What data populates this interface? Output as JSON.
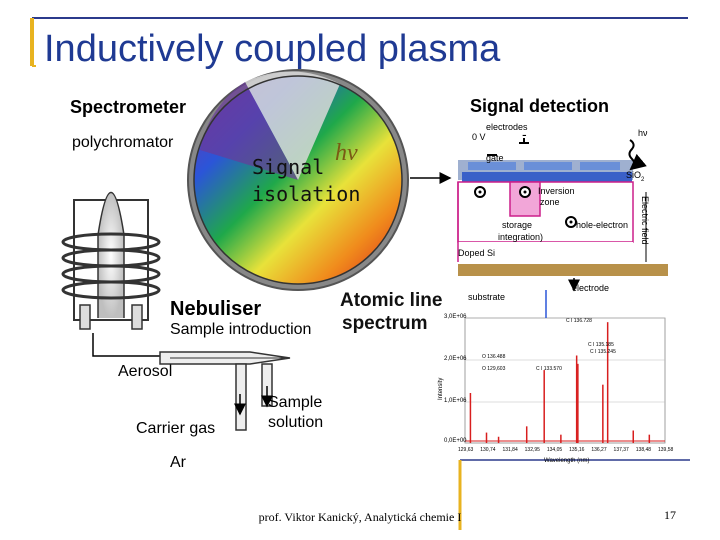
{
  "slide": {
    "title": "Inductively coupled plasma",
    "footer": "prof. Viktor Kanický, Analytická chemie I",
    "page_number": "17"
  },
  "left": {
    "spectrometer": "Spectrometer",
    "polychromator": "polychromator",
    "nebuliser": "Nebuliser",
    "sample_introduction": "Sample introduction",
    "aerosol": "Aerosol",
    "carrier_gas": "Carrier gas",
    "sample_solution_1": "Sample",
    "sample_solution_2": "solution",
    "ar": "Ar"
  },
  "center": {
    "signal": "Signal",
    "isolation": "isolation",
    "hv": "hν"
  },
  "detector": {
    "signal_detection": "Signal detection",
    "electrodes": "electrodes",
    "zero_v": "0 V",
    "minus": "-",
    "hv": "hν",
    "gate": "gate",
    "sio2": "SiO",
    "sio2_sub": "2",
    "inversion_zone_1": "Inversion",
    "inversion_zone_2": "zone",
    "storage_1": "storage",
    "storage_2": "integration)",
    "hole_electron": "hole-electron",
    "doped_si": "Doped  Si",
    "electric_field": "Electric field",
    "substrate": "substrate",
    "electrode": "electrode"
  },
  "spectrum": {
    "atomic_line": "Atomic line",
    "spectrum": "spectrum",
    "y_ticks": [
      "3,0E+06",
      "2,0E+06",
      "1,0E+06",
      "0,0E+00"
    ],
    "ylabel": "Intensity",
    "xlabel": "Wavelength (nm)",
    "x_ticks": [
      "129,63",
      "130,74",
      "131,84",
      "132,95",
      "134,05",
      "135,16",
      "136,27",
      "137,37",
      "138,48",
      "139,58"
    ],
    "peak_labels": [
      "C I 136.728",
      "C I 135.185",
      "C I 135.245",
      "O 136.488",
      "O 129,603",
      "C I 133.570"
    ]
  },
  "chart_data": {
    "type": "line",
    "xlabel": "Wavelength (nm)",
    "ylabel": "Intensity",
    "xlim": [
      129.63,
      139.58
    ],
    "ylim": [
      0,
      3000000
    ],
    "series": [
      {
        "x": [
          129.9,
          130.7,
          131.3,
          132.7,
          133.57,
          134.4,
          135.185,
          135.245,
          136.488,
          136.728,
          138.0,
          138.8
        ],
        "values": [
          1200000,
          250000,
          150000,
          400000,
          1750000,
          200000,
          2100000,
          1900000,
          1400000,
          2900000,
          300000,
          200000
        ]
      }
    ]
  }
}
